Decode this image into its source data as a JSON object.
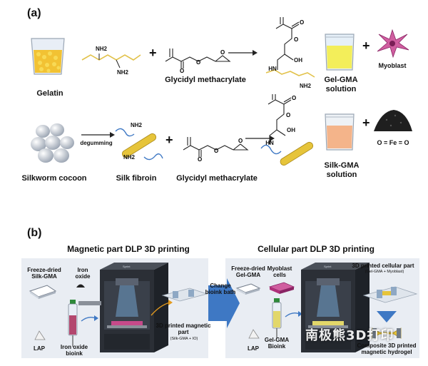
{
  "panel_a": {
    "letter": "(a)",
    "row1": {
      "gelatin": "Gelatin",
      "gelatin_nh2_top": "NH2",
      "gelatin_nh2_bottom": "NH2",
      "plus1": "+",
      "gma": "Glycidyl methacrylate",
      "product_hn": "HN",
      "product_oh": "OH",
      "product_nh2": "NH2",
      "solution": "Gel-GMA\nsolution",
      "plus2": "+",
      "cell": "Myoblast"
    },
    "row2": {
      "cocoon": "Silkworm cocoon",
      "arrow_label": "degumming",
      "fibroin_nh2_top": "NH2",
      "fibroin_nh2_bottom": "NH2",
      "fibroin": "Silk fibroin",
      "plus1": "+",
      "gma": "Glycidyl methacrylate",
      "product_oh": "OH",
      "product_hn": "HN",
      "solution": "Silk-GMA\nsolution",
      "plus2": "+",
      "oxide": "O = Fe = O"
    }
  },
  "panel_b": {
    "letter": "(b)",
    "left": {
      "title": "Magnetic part DLP 3D printing",
      "freeze": "Freeze-dried\nSilk-GMA",
      "iron": "Iron\noxide",
      "lap": "LAP",
      "bioink": "Iron oxide\nbioink",
      "printed": "3D printed magnetic\npart",
      "printed_sub": "(Silk-GMA + IO)"
    },
    "middle": {
      "change": "Change\nbioink bath"
    },
    "right": {
      "title": "Cellular part DLP 3D printing",
      "freeze": "Freeze-dried\nGel-GMA",
      "myoblast": "Myoblast\ncells",
      "lap": "LAP",
      "bioink": "Gel-GMA\nBioink",
      "printed": "3D printed cellular part",
      "printed_sub": "(Gel-GMA + Myoblast)",
      "composite": "Composite 3D printed\nmagnetic hydrogel"
    }
  },
  "watermark": "南极熊3D打印",
  "colors": {
    "chain": "#e2c24a",
    "fibroin": "#e6c43a",
    "gel_solution": "#f3ee5a",
    "silk_solution": "#f4b48a",
    "myoblast": "#b0307a",
    "accent_blue": "#3e78c4",
    "printer_dark": "#2b2f36",
    "printer_mid": "#4a5059"
  }
}
